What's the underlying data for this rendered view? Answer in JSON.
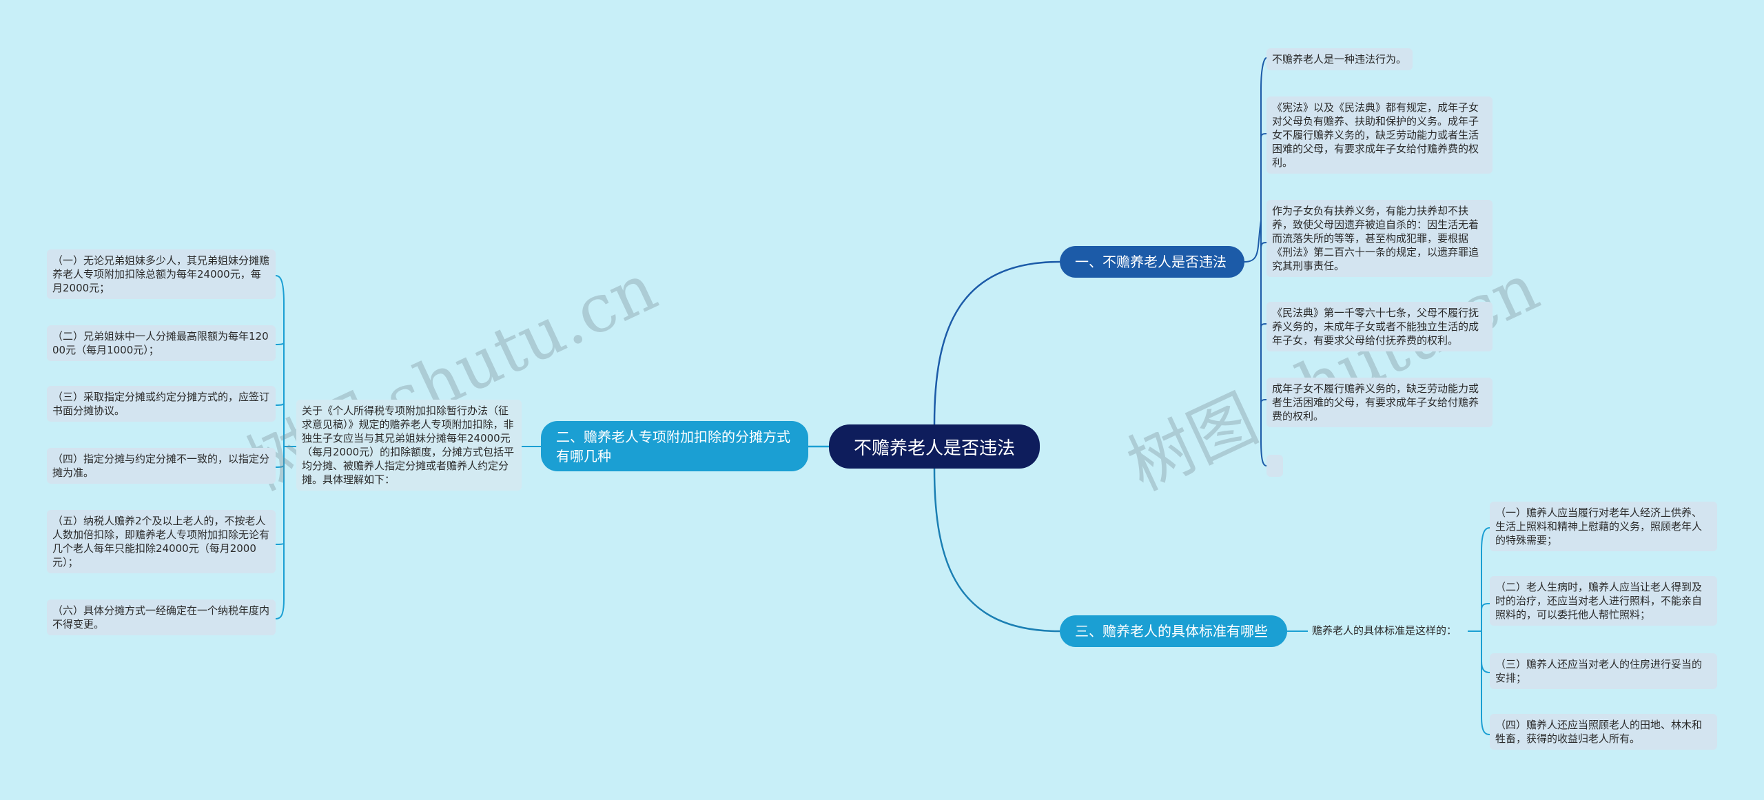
{
  "root": {
    "label": "不赡养老人是否违法"
  },
  "branch1": {
    "label": "一、不赡养老人是否违法",
    "leaves": [
      "不赡养老人是一种违法行为。",
      "《宪法》以及《民法典》都有规定，成年子女对父母负有赡养、扶助和保护的义务。成年子女不履行赡养义务的，缺乏劳动能力或者生活困难的父母，有要求成年子女给付赡养费的权利。",
      "作为子女负有扶养义务，有能力扶养却不扶养，致使父母因遗弃被迫自杀的：因生活无着而流落失所的等等，甚至构成犯罪，要根据《刑法》第二百六十一条的规定，以遗弃罪追究其刑事责任。",
      "《民法典》第一千零六十七条，父母不履行抚养义务的，未成年子女或者不能独立生活的成年子女，有要求父母给付抚养费的权利。",
      "成年子女不履行赡养义务的，缺乏劳动能力或者生活困难的父母，有要求成年子女给付赡养费的权利。",
      ""
    ]
  },
  "branch2": {
    "label": "二、赡养老人专项附加扣除的分摊方式有哪几种",
    "intro": "关于《个人所得税专项附加扣除暂行办法（征求意见稿）》规定的赡养老人专项附加扣除，非独生子女应当与其兄弟姐妹分摊每年24000元（每月2000元）的扣除额度，分摊方式包括平均分摊、被赡养人指定分摊或者赡养人约定分摊。具体理解如下：",
    "leaves": [
      "（一）无论兄弟姐妹多少人，其兄弟姐妹分摊赡养老人专项附加扣除总额为每年24000元，每月2000元；",
      "（二）兄弟姐妹中一人分摊最高限额为每年12000元（每月1000元）；",
      "（三）采取指定分摊或约定分摊方式的，应签订书面分摊协议。",
      "（四）指定分摊与约定分摊不一致的，以指定分摊为准。",
      "（五）纳税人赡养2个及以上老人的，不按老人人数加倍扣除，即赡养老人专项附加扣除无论有几个老人每年只能扣除24000元（每月2000元）；",
      "（六）具体分摊方式一经确定在一个纳税年度内不得变更。"
    ]
  },
  "branch3": {
    "label": "三、赡养老人的具体标准有哪些",
    "intro": "赡养老人的具体标准是这样的：",
    "leaves": [
      "（一）赡养人应当履行对老年人经济上供养、生活上照料和精神上慰藉的义务，照顾老年人的特殊需要；",
      "（二）老人生病时，赡养人应当让老人得到及时的治疗，还应当对老人进行照料，不能亲自照料的，可以委托他人帮忙照料；",
      "（三）赡养人还应当对老人的住房进行妥当的安排；",
      "（四）赡养人还应当照顾老人的田地、林木和牲畜，获得的收益归老人所有。"
    ]
  },
  "watermark": {
    "text": "树图 shutu.cn"
  },
  "colors": {
    "background": "#c8eff8",
    "root": "#0e1d5c",
    "branch1": "#1c5ba8",
    "branch_light": "#1b9fd3",
    "leaf": "#d3e4f0"
  }
}
